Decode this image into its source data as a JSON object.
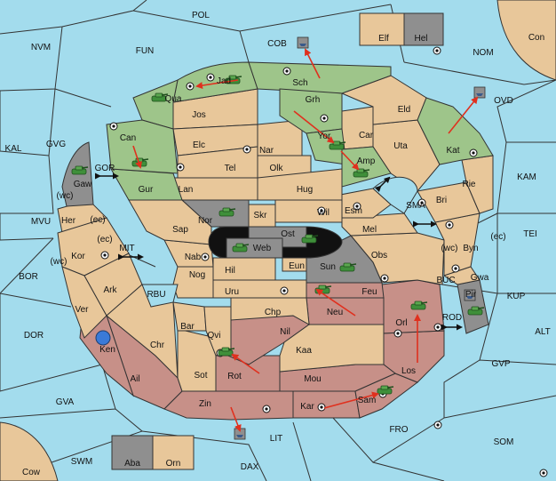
{
  "colors": {
    "sea": "#a3dced",
    "neutral": "#e8c79a",
    "green_power": "#9ec58a",
    "red_power": "#c79088",
    "gray_power": "#8f8f8f",
    "black_power": "#111111",
    "army_piece": "#3f8f3a",
    "move_arrow": "#e0301e"
  },
  "sea_labels": {
    "pol": "POL",
    "nvm": "NVM",
    "fun": "FUN",
    "cob": "COB",
    "nom": "NOM",
    "ovd": "OVD",
    "kal": "KAL",
    "gvg": "GVG",
    "kam": "KAM",
    "gor": "GOR",
    "mvu": "MVU",
    "tei": "TEI",
    "mit": "MIT",
    "sma": "SMA",
    "bor": "BOR",
    "kup": "KUP",
    "rbu": "RBU",
    "buc": "BUC",
    "rod": "ROD",
    "dor": "DOR",
    "alt": "ALT",
    "gvp": "GVP",
    "gva": "GVA",
    "fro": "FRO",
    "som": "SOM",
    "lit": "LIT",
    "swm": "SWM",
    "dax": "DAX",
    "wc1": "(wc)",
    "ec1": "(ec)",
    "ec2": "(ec)",
    "wc2": "(wc)",
    "wc3": "(wc)",
    "ec3": "(ec)"
  },
  "land_labels": {
    "jad": "Jad",
    "sch": "Sch",
    "qua": "Qua",
    "jos": "Jos",
    "grh": "Grh",
    "eld": "Eld",
    "can": "Can",
    "elc": "Elc",
    "nar": "Nar",
    "yor": "Yor",
    "car": "Car",
    "uta": "Uta",
    "kat": "Kat",
    "tel": "Tel",
    "olk": "Olk",
    "amp": "Amp",
    "gur": "Gur",
    "lan": "Lan",
    "hug": "Hug",
    "gaw": "Gaw",
    "rie": "Rie",
    "bri": "Bri",
    "her": "Her",
    "nor": "Nor",
    "skr": "Skr",
    "wil": "Wil",
    "esm": "Esm",
    "ost": "Ost",
    "sap": "Sap",
    "web": "Web",
    "mel": "Mel",
    "kor": "Kor",
    "byn": "Byn",
    "nab": "Nab",
    "eun": "Eun",
    "sun": "Sun",
    "obs": "Obs",
    "hil": "Hil",
    "nog": "Nog",
    "gwa": "Gwa",
    "ark": "Ark",
    "uru": "Uru",
    "feu": "Feu",
    "pir": "Pir",
    "chp": "Chp",
    "neu": "Neu",
    "orl": "Orl",
    "ver": "Ver",
    "bar": "Bar",
    "nil": "Nil",
    "qvi": "Qvi",
    "ken": "Ken",
    "chr": "Chr",
    "kaa": "Kaa",
    "los": "Los",
    "rot": "Rot",
    "sot": "Sot",
    "ail": "Ail",
    "mou": "Mou",
    "zin": "Zin",
    "kar": "Kar",
    "sam": "Sam",
    "elf": "Elf",
    "hel": "Hel",
    "con": "Con",
    "aba": "Aba",
    "orn": "Orn",
    "cow": "Cow"
  }
}
